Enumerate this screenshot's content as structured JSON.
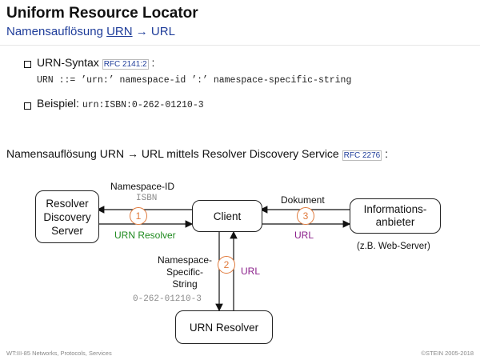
{
  "header": {
    "title": "Uniform Resource Locator",
    "subtitle_prefix": "Namensauflösung ",
    "subtitle_urn": "URN",
    "subtitle_suffix": " → URL"
  },
  "items": [
    {
      "label": "URN-Syntax",
      "ref": "RFC 2141:2",
      "after": " :",
      "code": "URN ::= ’urn:’ namespace-id ’:’ namespace-specific-string"
    },
    {
      "label": "Beispiel:",
      "code": "urn:ISBN:0-262-01210-3"
    }
  ],
  "section": {
    "text": "Namensauflösung URN → URL mittels Resolver Discovery Service",
    "ref": "RFC 2276",
    "after": " :"
  },
  "diagram": {
    "resolver_discovery_line1": "Resolver",
    "resolver_discovery_line2": "Discovery",
    "resolver_discovery_line3": "Server",
    "client": "Client",
    "info_line1": "Informations-",
    "info_line2": "anbieter",
    "info_note": "(z.B. Web-Server)",
    "urn_resolver": "URN Resolver",
    "namespace_id": "Namespace-ID",
    "isbn": "ISBN",
    "urn_resolver_label": "URN Resolver",
    "dokument": "Dokument",
    "url_right": "URL",
    "ns_line1": "Namespace-",
    "ns_line2": "Specific-",
    "ns_line3": "String",
    "ns_value": "0-262-01210-3",
    "url_down": "URL",
    "step1": "1",
    "step2": "2",
    "step3": "3"
  },
  "footer": {
    "left": "WT:III-85    Networks, Protocols, Services",
    "right": "©STEIN 2005-2018"
  },
  "colors": {
    "title_blue": "#1f3d9a",
    "green": "#1f8a1f",
    "purple": "#8a1f8a",
    "orange": "#e07a3c"
  }
}
